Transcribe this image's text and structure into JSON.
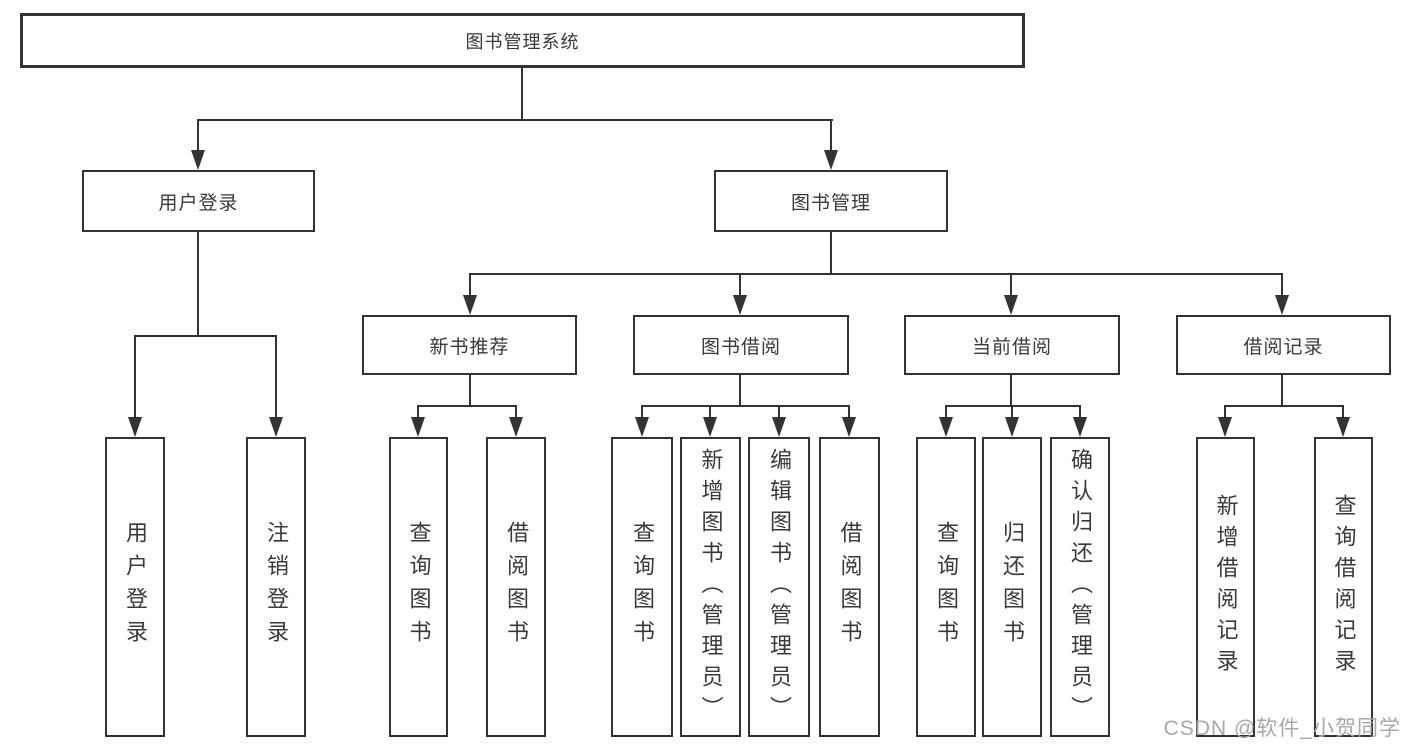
{
  "root": {
    "label": "图书管理系统"
  },
  "branches": {
    "user_login": {
      "label": "用户登录",
      "children": [
        {
          "label": "用户登录"
        },
        {
          "label": "注销登录"
        }
      ]
    },
    "book_mgmt": {
      "label": "图书管理",
      "modules": [
        {
          "label": "新书推荐",
          "children": [
            {
              "label": "查询图书"
            },
            {
              "label": "借阅图书"
            }
          ]
        },
        {
          "label": "图书借阅",
          "children": [
            {
              "label": "查询图书"
            },
            {
              "label": "新增图书（管理员）"
            },
            {
              "label": "编辑图书（管理员）"
            },
            {
              "label": "借阅图书"
            }
          ]
        },
        {
          "label": "当前借阅",
          "children": [
            {
              "label": "查询图书"
            },
            {
              "label": "归还图书"
            },
            {
              "label": "确认归还（管理员）"
            }
          ]
        },
        {
          "label": "借阅记录",
          "children": [
            {
              "label": "新增借阅记录"
            },
            {
              "label": "查询借阅记录"
            }
          ]
        }
      ]
    }
  },
  "watermark": {
    "text": "CSDN @软件_小贺同学"
  },
  "colors": {
    "line": "#333333",
    "text": "#3a3a3a",
    "watermark": "#a8a8a8"
  }
}
